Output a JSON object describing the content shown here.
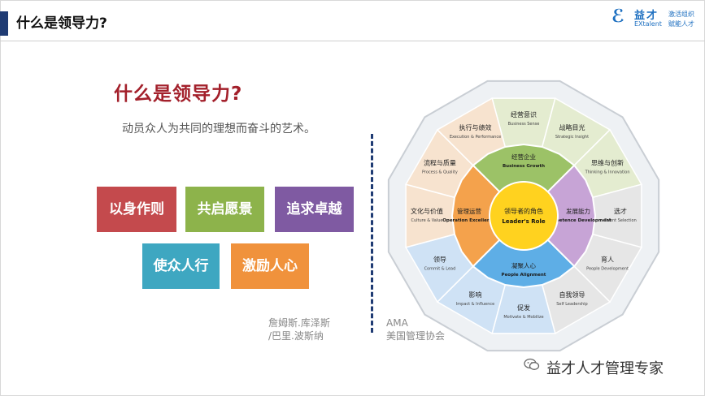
{
  "header": {
    "title": "什么是领导力?"
  },
  "logo": {
    "cn": "益才",
    "en": "EXtalent",
    "slogan1": "激活组织",
    "slogan2": "赋能人才"
  },
  "main": {
    "title": "什么是领导力?",
    "subtitle": "动员众人为共同的理想而奋斗的艺术。",
    "tags": [
      "以身作则",
      "共启愿景",
      "追求卓越",
      "使众人行",
      "激励人心"
    ],
    "attribution_left": [
      "詹姆斯.库泽斯",
      "/巴里.波斯纳"
    ],
    "attribution_right": [
      "AMA",
      "美国管理协会"
    ]
  },
  "wheel": {
    "center": {
      "cn": "领导者的角色",
      "en": "Leader's Role"
    },
    "middle": [
      {
        "cn": "经营企业",
        "en": "Business Growth"
      },
      {
        "cn": "发展能力",
        "en": "Competence Development"
      },
      {
        "cn": "凝聚人心",
        "en": "People Alignment"
      },
      {
        "cn": "管理运营",
        "en": "Operation Excellence"
      }
    ],
    "outer": [
      {
        "cn": "经营意识",
        "en": "Business Sense"
      },
      {
        "cn": "战略目光",
        "en": "Strategic Insight"
      },
      {
        "cn": "思维与创新",
        "en": "Thinking & Innovation"
      },
      {
        "cn": "选才",
        "en": "Talent Selection"
      },
      {
        "cn": "育人",
        "en": "People Development"
      },
      {
        "cn": "自我领导",
        "en": "Self Leadership"
      },
      {
        "cn": "促发",
        "en": "Motivate & Mobilize"
      },
      {
        "cn": "影响",
        "en": "Impact & Influence"
      },
      {
        "cn": "领导",
        "en": "Commit & Lead"
      },
      {
        "cn": "文化与价值",
        "en": "Culture & Value"
      },
      {
        "cn": "流程与质量",
        "en": "Process & Quality"
      },
      {
        "cn": "执行与绩效",
        "en": "Execution & Performance"
      }
    ]
  },
  "footer": {
    "wechat": "益才人才管理专家"
  },
  "colors": {
    "brand": "#1f3b73",
    "title_red": "#a3202b"
  }
}
